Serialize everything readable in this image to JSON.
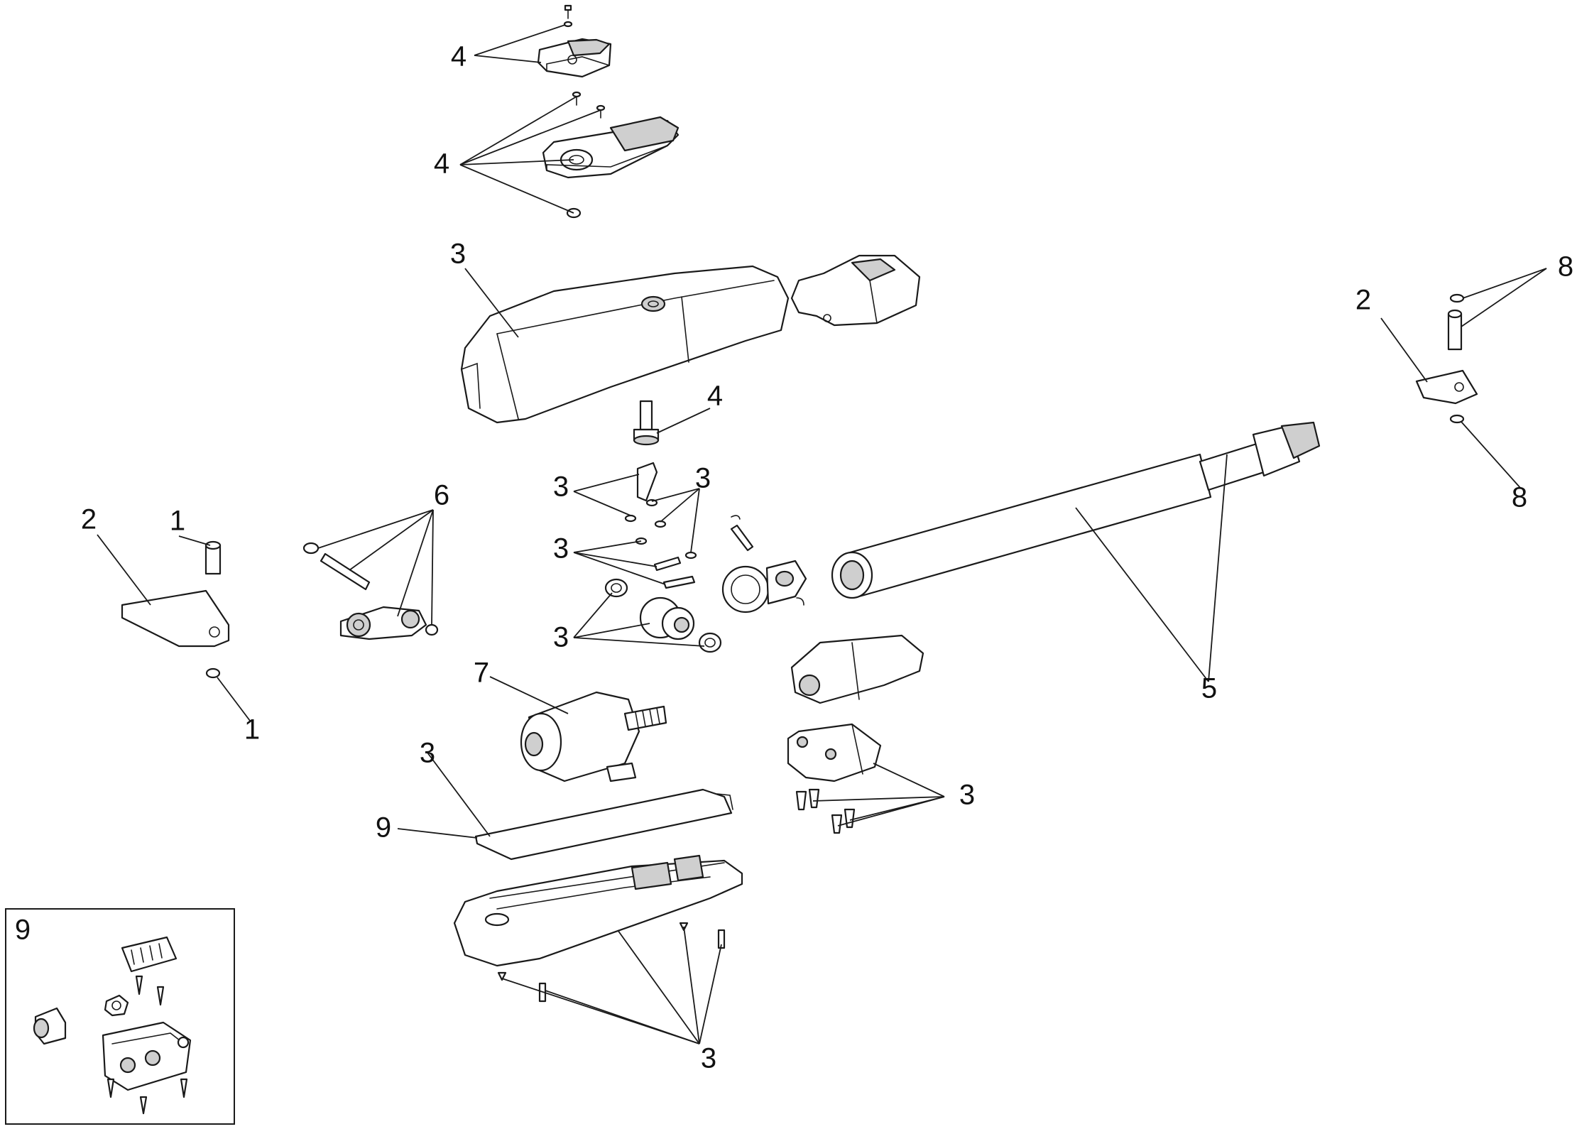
{
  "callouts": [
    {
      "id": "c4a",
      "text": "4"
    },
    {
      "id": "c4b",
      "text": "4"
    },
    {
      "id": "c3a",
      "text": "3"
    },
    {
      "id": "c4c",
      "text": "4"
    },
    {
      "id": "c6",
      "text": "6"
    },
    {
      "id": "c2a",
      "text": "2"
    },
    {
      "id": "c1a",
      "text": "1"
    },
    {
      "id": "c1b",
      "text": "1"
    },
    {
      "id": "c3b",
      "text": "3"
    },
    {
      "id": "c3c",
      "text": "3"
    },
    {
      "id": "c3d",
      "text": "3"
    },
    {
      "id": "c3e",
      "text": "3"
    },
    {
      "id": "c7",
      "text": "7"
    },
    {
      "id": "c3f",
      "text": "3"
    },
    {
      "id": "c9a",
      "text": "9"
    },
    {
      "id": "c3g",
      "text": "3"
    },
    {
      "id": "c3h",
      "text": "3"
    },
    {
      "id": "c5",
      "text": "5"
    },
    {
      "id": "c2b",
      "text": "2"
    },
    {
      "id": "c8a",
      "text": "8"
    },
    {
      "id": "c8b",
      "text": "8"
    }
  ],
  "inset": {
    "label": "9"
  }
}
